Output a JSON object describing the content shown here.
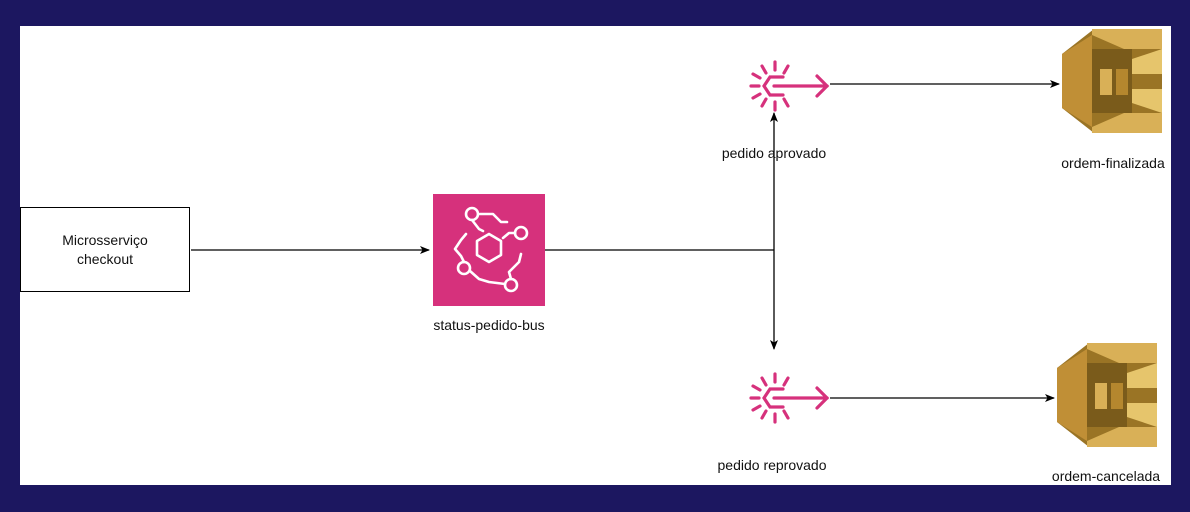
{
  "nodes": {
    "microservice": {
      "line1": "Microsserviço",
      "line2": "checkout"
    },
    "bus": {
      "label": "status-pedido-bus"
    },
    "rule_approved": {
      "label": "pedido aprovado"
    },
    "rule_rejected": {
      "label": "pedido reprovado"
    },
    "queue_finalized": {
      "label": "ordem-finalizada"
    },
    "queue_cancelled": {
      "label": "ordem-cancelada"
    }
  },
  "colors": {
    "frame": "#1c1760",
    "eventbridge": "#d6317c",
    "sqs_light": "#d9b057",
    "sqs_dark": "#9a7425",
    "edges": "#000000"
  },
  "icons": {
    "bus": "eventbridge-bus-icon",
    "rule": "eventbridge-rule-icon",
    "queue": "sqs-queue-icon"
  }
}
